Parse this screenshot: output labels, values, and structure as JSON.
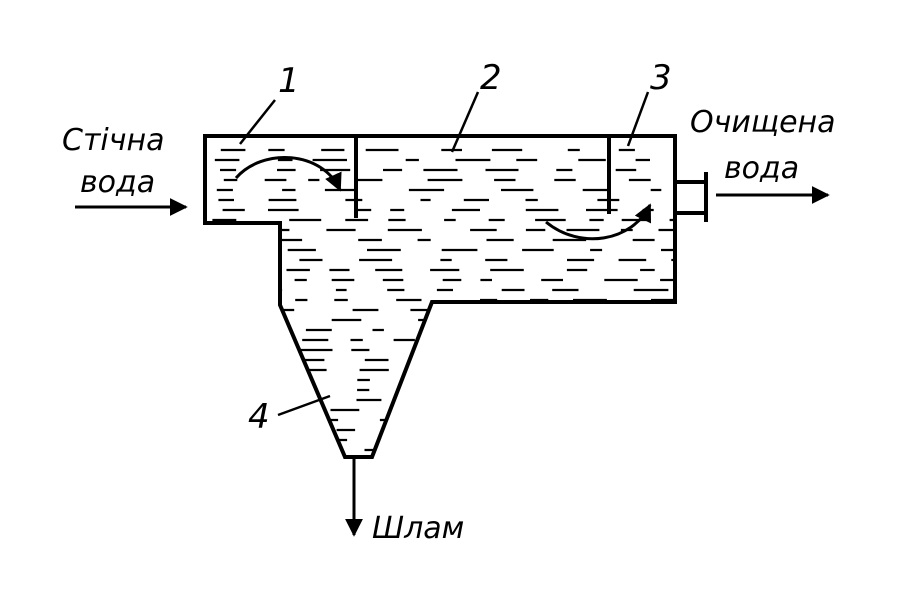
{
  "labels": {
    "inlet_line1": "Стічна",
    "inlet_line2": "вода",
    "outlet_line1": "Очищена",
    "outlet_line2": "вода",
    "sludge": "Шлам"
  },
  "parts": [
    {
      "id": "1",
      "label": "1"
    },
    {
      "id": "2",
      "label": "2"
    },
    {
      "id": "3",
      "label": "3"
    },
    {
      "id": "4",
      "label": "4"
    }
  ]
}
